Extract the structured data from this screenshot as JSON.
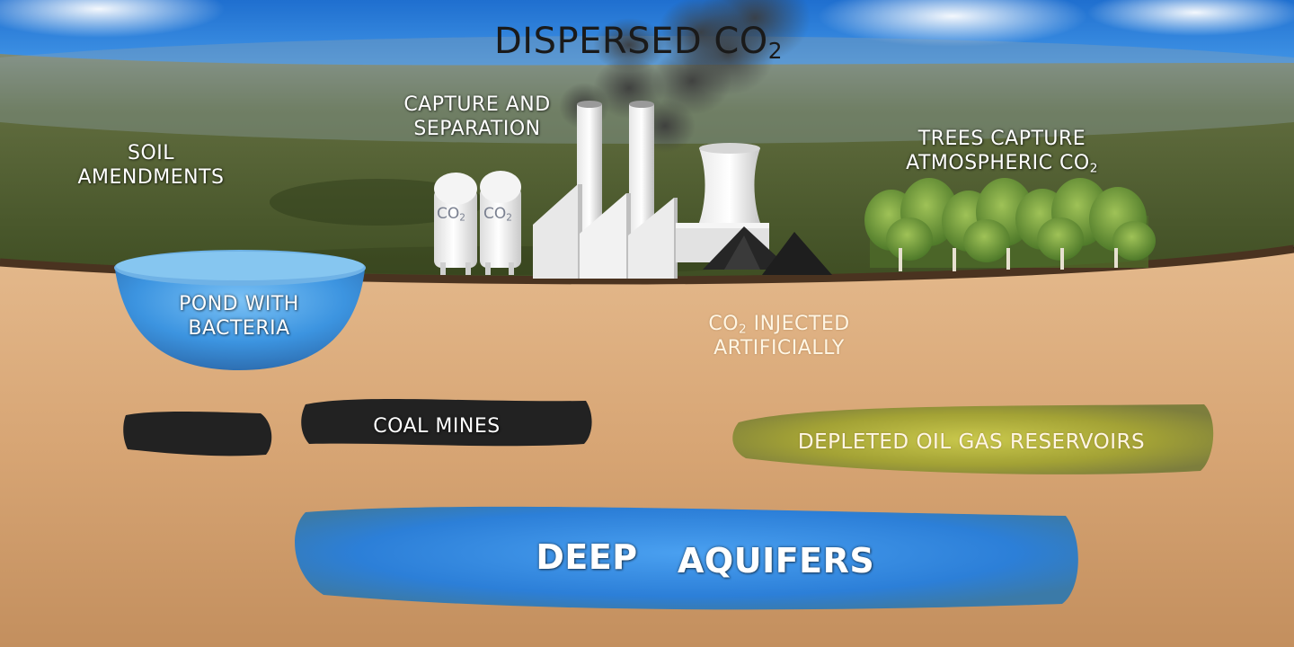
{
  "labels": {
    "title": "DISPERSED CO",
    "title_sub": "2",
    "capture_line1": "CAPTURE AND",
    "capture_line2": "SEPARATION",
    "soil_line1": "SOIL",
    "soil_line2": "AMENDMENTS",
    "trees_line1": "TREES CAPTURE",
    "trees_line2": "ATMOSPHERIC CO",
    "trees_sub": "2",
    "pond_line1": "POND WITH",
    "pond_line2": "BACTERIA",
    "injected_line1_a": "CO",
    "injected_line1_sub": "2",
    "injected_line1_b": " INJECTED",
    "injected_line2": "ARTIFICIALLY",
    "coal": "COAL MINES",
    "oil": "DEPLETED OIL GAS RESERVOIRS",
    "aquifer_word1": "DEEP",
    "aquifer_word2": "AQUIFERS",
    "tank_text": "CO",
    "tank_sub": "2"
  },
  "colors": {
    "sky": "#2f7fd0",
    "grass": "#4a5a2a",
    "soil": "#d9a878",
    "water": "#2f86dd",
    "oil": "#a6a43a",
    "coal": "#232323"
  }
}
